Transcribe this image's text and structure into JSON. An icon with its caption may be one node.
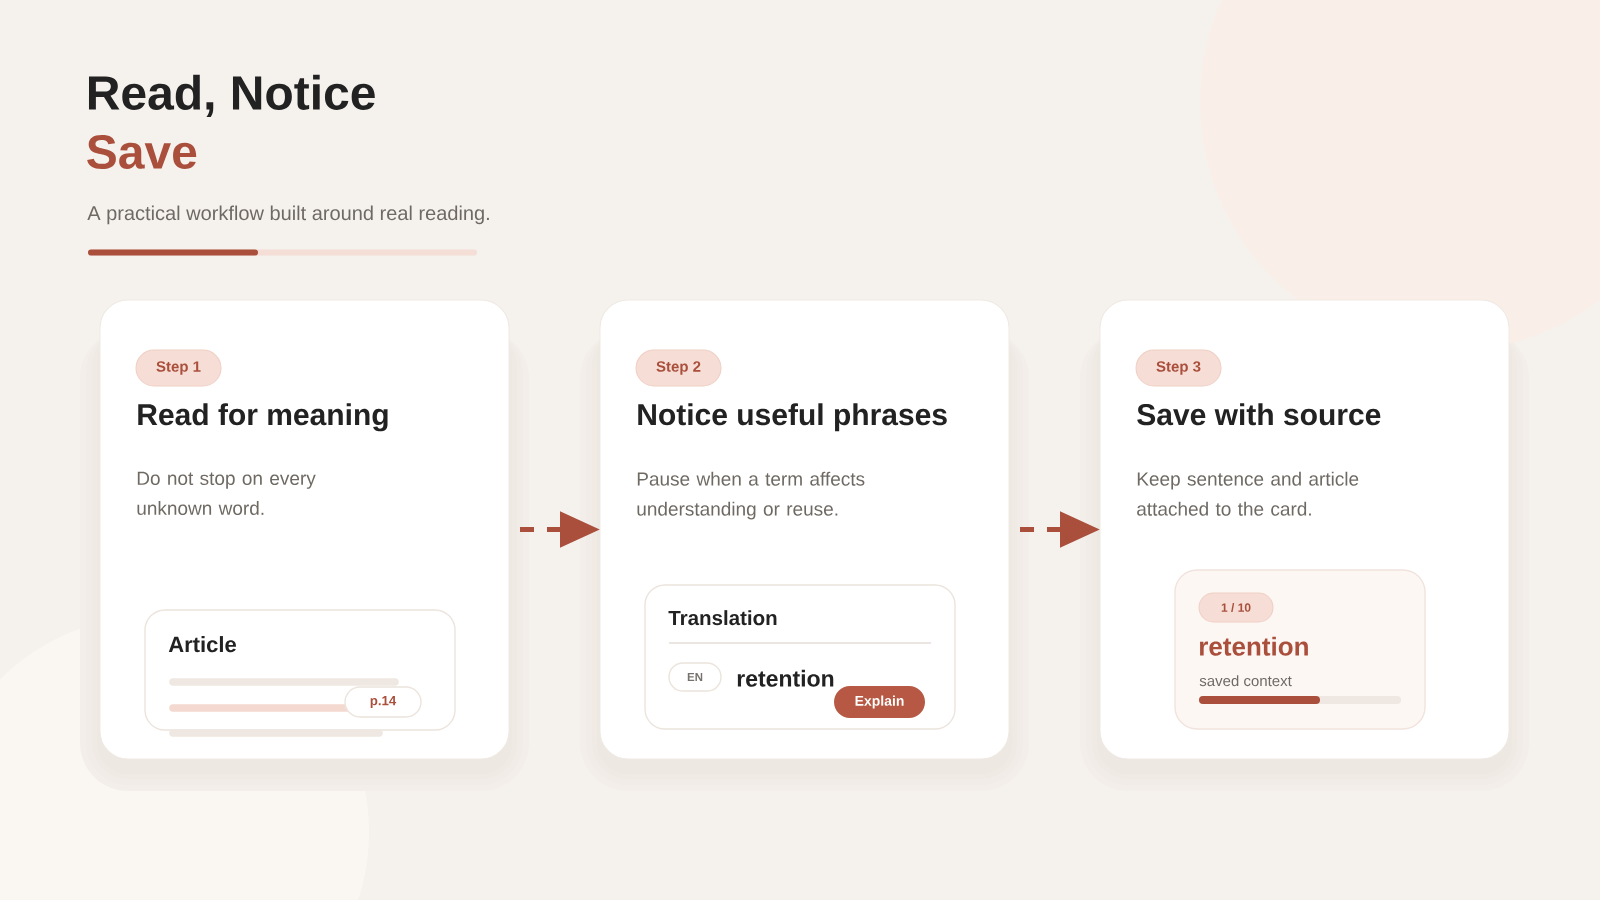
{
  "diagram": {
    "title": "Read, Notice",
    "nodes": [
      {
        "text": [
          "Read for meaning",
          "Do not stop on every unknown word."
        ]
      },
      {
        "text": [
          "Step 1"
        ],
        "in": 0
      },
      {
        "text": [
          "Article"
        ],
        "in": 0
      },
      {
        "text": [
          "p.14"
        ],
        "in": 2
      },
      {
        "text": [
          "Notice useful phrases",
          "Pause when a term affects understanding or reuse."
        ]
      },
      {
        "text": [
          "Step 2"
        ],
        "in": 4
      },
      {
        "text": [
          "Translation",
          "retention"
        ],
        "in": 4
      },
      {
        "text": [
          "EN"
        ],
        "in": 6
      },
      {
        "text": [
          "Explain"
        ],
        "in": 6
      },
      {
        "text": [
          "Save with source",
          "Keep sentence and article attached to the card."
        ]
      },
      {
        "text": [
          "Step 3"
        ],
        "in": 9
      },
      {
        "text": [
          "retention",
          "saved context"
        ],
        "in": 9
      },
      {
        "text": [
          "1 / 10"
        ],
        "in": 11
      }
    ],
    "edges": [
      {
        "from": 0,
        "to": 4,
        "arrow": "to",
        "style": "dashed"
      },
      {
        "from": 4,
        "to": 9,
        "arrow": "to",
        "style": "dashed"
      }
    ],
    "labels": [
      "Save",
      "A practical workflow built around real reading."
    ]
  }
}
